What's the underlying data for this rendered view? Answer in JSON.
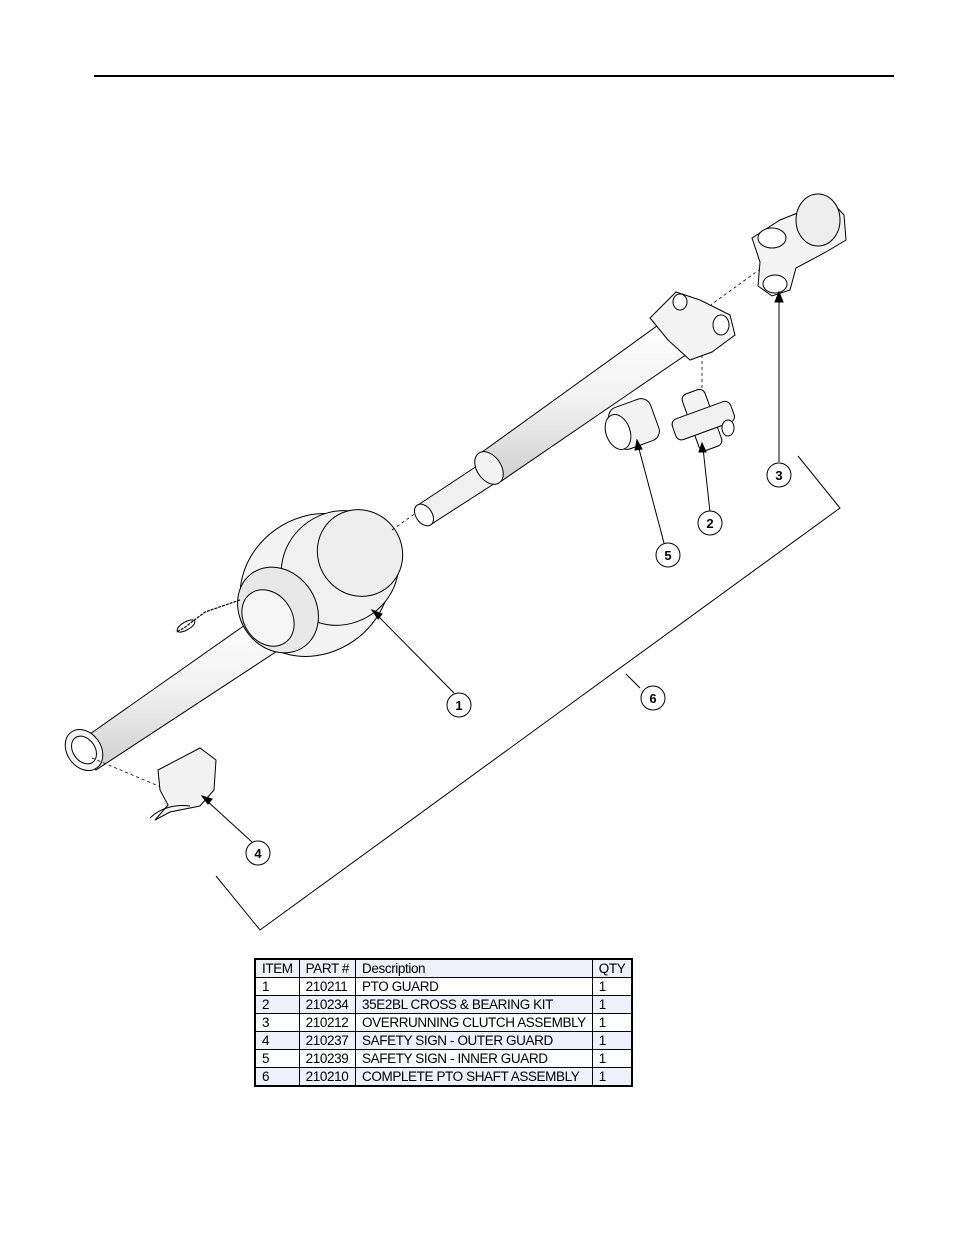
{
  "callouts": [
    {
      "id": "callout-1",
      "label": "1"
    },
    {
      "id": "callout-2",
      "label": "2"
    },
    {
      "id": "callout-3",
      "label": "3"
    },
    {
      "id": "callout-4",
      "label": "4"
    },
    {
      "id": "callout-5",
      "label": "5"
    },
    {
      "id": "callout-6",
      "label": "6"
    }
  ],
  "table": {
    "headers": [
      "ITEM",
      "PART #",
      "Description",
      "QTY"
    ],
    "rows": [
      [
        "1",
        "210211",
        "PTO GUARD",
        "1"
      ],
      [
        "2",
        "210234",
        "35E2BL CROSS & BEARING KIT",
        "1"
      ],
      [
        "3",
        "210212",
        "OVERRUNNING CLUTCH ASSEMBLY",
        "1"
      ],
      [
        "4",
        "210237",
        "SAFETY SIGN - OUTER GUARD",
        "1"
      ],
      [
        "5",
        "210239",
        "SAFETY SIGN - INNER GUARD",
        "1"
      ],
      [
        "6",
        "210210",
        "COMPLETE PTO SHAFT ASSEMBLY",
        "1"
      ]
    ]
  }
}
